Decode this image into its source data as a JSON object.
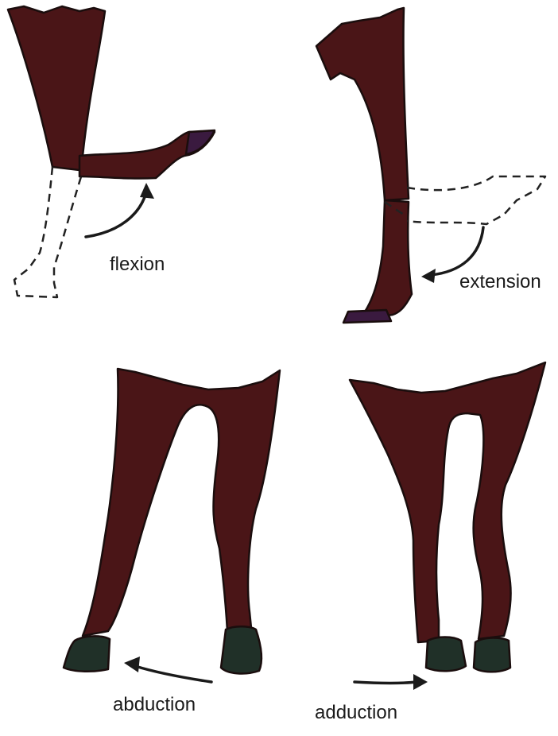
{
  "labels": {
    "flexion": "flexion",
    "extension": "extension",
    "abduction": "abduction",
    "adduction": "adduction"
  },
  "colors": {
    "leg": "#4a1517",
    "hoof_dark": "#3a1a3f",
    "hoof_green": "#203028",
    "outline": "#1a0d0d"
  }
}
